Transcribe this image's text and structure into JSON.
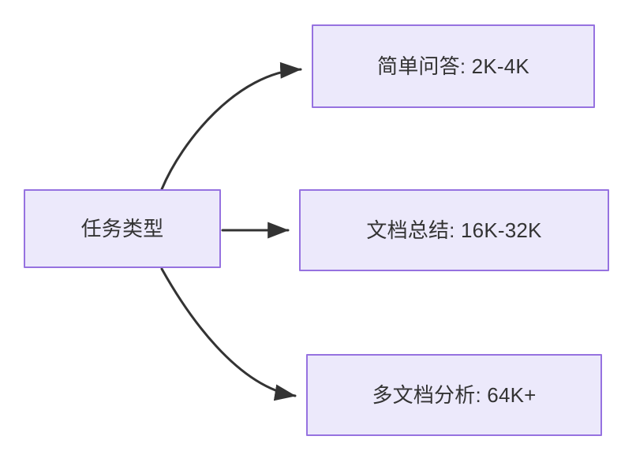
{
  "diagram": {
    "type": "flowchart",
    "direction": "left-to-right",
    "background_color": "#ffffff",
    "node_fill_color": "#ece9fb",
    "node_border_color": "#9672e0",
    "node_text_color": "#333333",
    "edge_color": "#333333",
    "source": {
      "id": "task-type",
      "label": "任务类型"
    },
    "targets": [
      {
        "id": "simple-qa",
        "label": "简单问答: 2K-4K",
        "edge_style": "curved"
      },
      {
        "id": "doc-summary",
        "label": "文档总结: 16K-32K",
        "edge_style": "straight"
      },
      {
        "id": "multi-doc-analysis",
        "label": "多文档分析: 64K+",
        "edge_style": "curved"
      }
    ],
    "edges": [
      {
        "from": "task-type",
        "to": "simple-qa",
        "arrow": "arrow-head-icon"
      },
      {
        "from": "task-type",
        "to": "doc-summary",
        "arrow": "arrow-head-icon"
      },
      {
        "from": "task-type",
        "to": "multi-doc-analysis",
        "arrow": "arrow-head-icon"
      }
    ]
  }
}
